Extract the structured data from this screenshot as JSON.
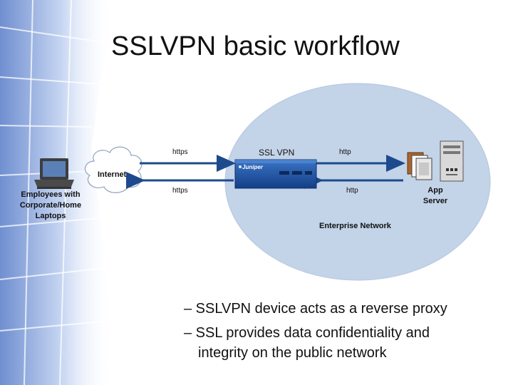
{
  "slide": {
    "title": "SSLVPN basic workflow"
  },
  "diagram": {
    "client_label_line1": "Employees with",
    "client_label_line2": "Corporate/Home",
    "client_label_line3": "Laptops",
    "internet_label": "Internet",
    "https_top": "https",
    "https_bottom": "https",
    "sslvpn_label": "SSL VPN",
    "device_brand": "Juniper",
    "http_top": "http",
    "http_bottom": "http",
    "server_label_line1": "App",
    "server_label_line2": "Server",
    "enterprise_label": "Enterprise Network"
  },
  "bullets": [
    "– SSLVPN device acts as a reverse proxy",
    "– SSL provides data confidentiality and",
    "integrity on the public network"
  ],
  "colors": {
    "enterprise_fill": "#c3d3e8",
    "device_blue": "#1f56a8",
    "arrow_blue": "#1d4a8c"
  }
}
